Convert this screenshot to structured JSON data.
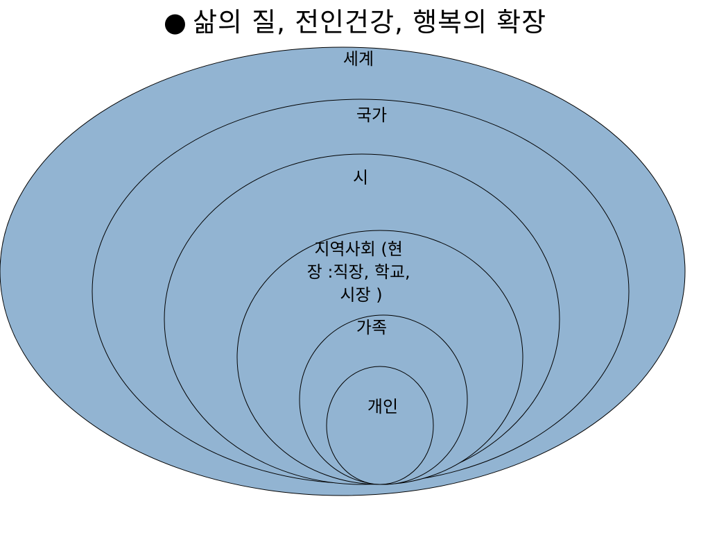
{
  "title": {
    "bullet": "●",
    "text": "삶의 질, 전인건강, 행복의 확장"
  },
  "colors": {
    "fill": "#92b4d2",
    "stroke": "#000000"
  },
  "levels": [
    {
      "label_lines": [
        "세계"
      ]
    },
    {
      "label_lines": [
        "국가"
      ]
    },
    {
      "label_lines": [
        "시"
      ]
    },
    {
      "label_lines": [
        "지역사회 (현",
        "장 :직장, 학교,",
        "시장 )"
      ]
    },
    {
      "label_lines": [
        "가족"
      ]
    },
    {
      "label_lines": [
        "개인"
      ]
    }
  ]
}
